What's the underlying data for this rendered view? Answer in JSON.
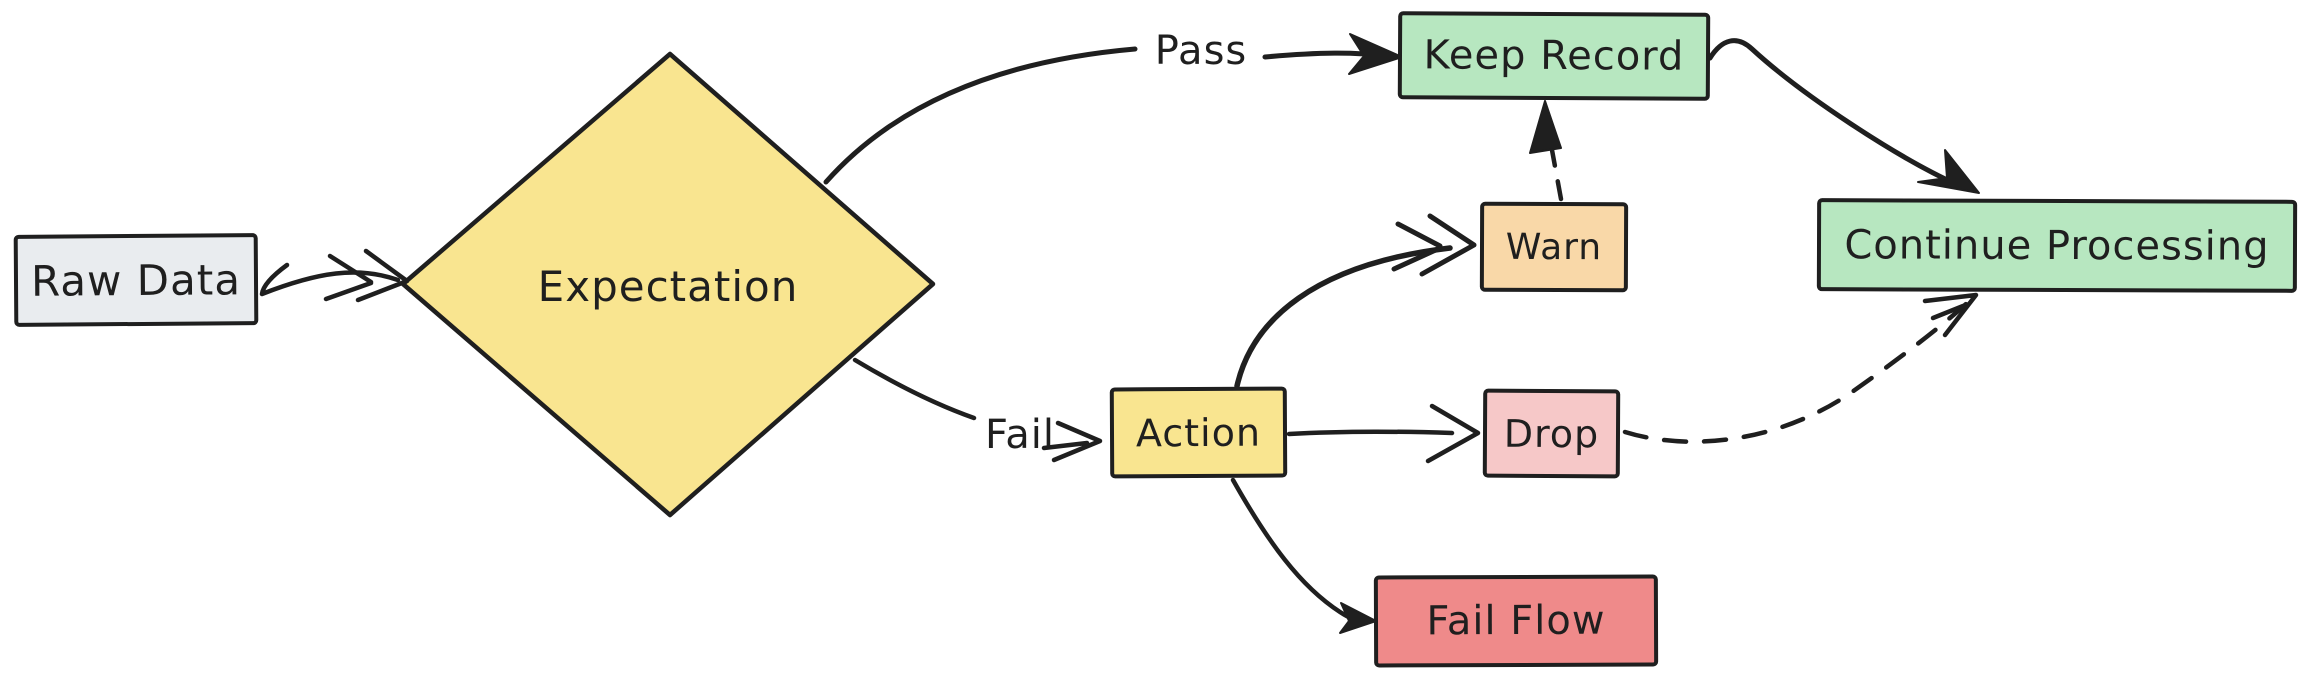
{
  "diagram": {
    "background": "#ffffff",
    "stroke_color": "#1f1f1f",
    "nodes": {
      "raw_data": {
        "label": "Raw Data",
        "shape": "rectangle",
        "fill": "#e9ecef"
      },
      "expectation": {
        "label": "Expectation",
        "shape": "diamond",
        "fill": "#f9e590"
      },
      "keep_record": {
        "label": "Keep Record",
        "shape": "rectangle",
        "fill": "#b7e7c0"
      },
      "warn": {
        "label": "Warn",
        "shape": "rectangle",
        "fill": "#f9d8a8"
      },
      "action": {
        "label": "Action",
        "shape": "rectangle",
        "fill": "#f9e590"
      },
      "drop": {
        "label": "Drop",
        "shape": "rectangle",
        "fill": "#f6c8c8"
      },
      "fail_flow": {
        "label": "Fail Flow",
        "shape": "rectangle",
        "fill": "#ef8a8a"
      },
      "continue_processing": {
        "label": "Continue Processing",
        "shape": "rectangle",
        "fill": "#b7e7c0"
      }
    },
    "edge_labels": {
      "pass": "Pass",
      "fail": "Fail"
    },
    "edges": [
      {
        "from": "raw_data",
        "to": "expectation",
        "style": "solid",
        "label": ""
      },
      {
        "from": "expectation",
        "to": "keep_record",
        "style": "solid",
        "label": "Pass"
      },
      {
        "from": "expectation",
        "to": "action",
        "style": "solid",
        "label": "Fail"
      },
      {
        "from": "action",
        "to": "warn",
        "style": "solid",
        "label": ""
      },
      {
        "from": "action",
        "to": "drop",
        "style": "solid",
        "label": ""
      },
      {
        "from": "action",
        "to": "fail_flow",
        "style": "solid",
        "label": ""
      },
      {
        "from": "warn",
        "to": "keep_record",
        "style": "dashed",
        "label": ""
      },
      {
        "from": "keep_record",
        "to": "continue_processing",
        "style": "solid",
        "label": ""
      },
      {
        "from": "drop",
        "to": "continue_processing",
        "style": "dashed",
        "label": ""
      }
    ]
  }
}
